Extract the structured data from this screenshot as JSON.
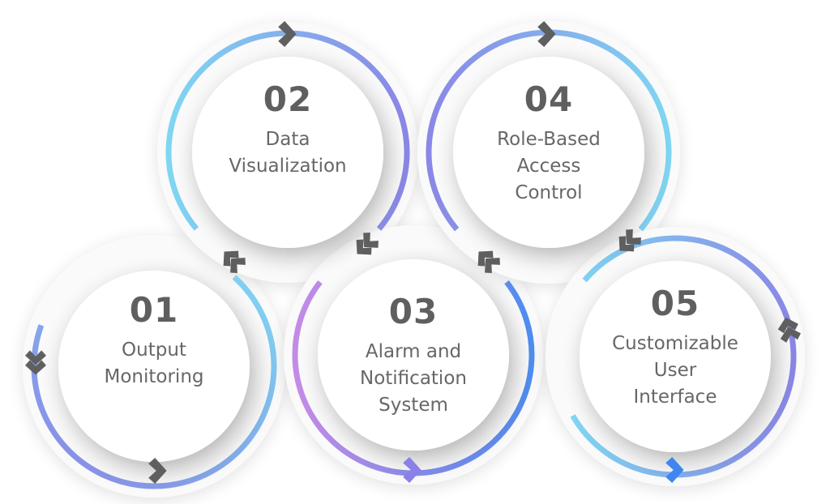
{
  "diagram": {
    "type": "cyclic-process",
    "steps": [
      {
        "number": "01",
        "label_lines": [
          "Output",
          "Monitoring"
        ],
        "gradient": [
          "#8a87e6",
          "#7fd6f2"
        ]
      },
      {
        "number": "02",
        "label_lines": [
          "Data",
          "Visualization"
        ],
        "gradient": [
          "#7fd6f2",
          "#8a87e6"
        ]
      },
      {
        "number": "03",
        "label_lines": [
          "Alarm and",
          "Notification",
          "System"
        ],
        "gradient": [
          "#c48be6",
          "#4f8df0"
        ]
      },
      {
        "number": "04",
        "label_lines": [
          "Role-Based",
          "Access",
          "Control"
        ],
        "gradient": [
          "#8a87e6",
          "#7fd6f2"
        ]
      },
      {
        "number": "05",
        "label_lines": [
          "Customizable",
          "User",
          "Interface"
        ],
        "gradient": [
          "#7fd6f2",
          "#8a87e6"
        ]
      }
    ],
    "colors": {
      "arrow": "#5f5f5f",
      "text": "#646464",
      "disc": "#ffffff",
      "arrow_accent_03": "#8a80e8",
      "arrow_accent_05": "#3f86f0"
    }
  }
}
